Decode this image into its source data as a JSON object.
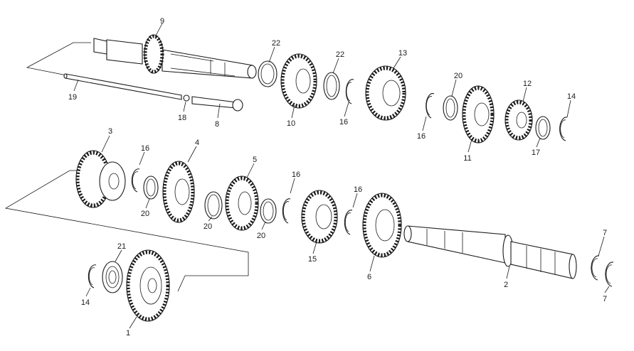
{
  "callouts": {
    "c9": "9",
    "c22a": "22",
    "c22b": "22",
    "c13": "13",
    "c20a": "20",
    "c12": "12",
    "c14a": "14",
    "c19": "19",
    "c18": "18",
    "c8": "8",
    "c10": "10",
    "c16a": "16",
    "c16b": "16",
    "c11": "11",
    "c17": "17",
    "c3": "3",
    "c16c": "16",
    "c4": "4",
    "c5": "5",
    "c16d": "16",
    "c16e": "16",
    "c20b": "20",
    "c20c": "20",
    "c20d": "20",
    "c15": "15",
    "c6": "6",
    "c7a": "7",
    "c7b": "7",
    "c2": "2",
    "c21": "21",
    "c14b": "14",
    "c1": "1"
  }
}
